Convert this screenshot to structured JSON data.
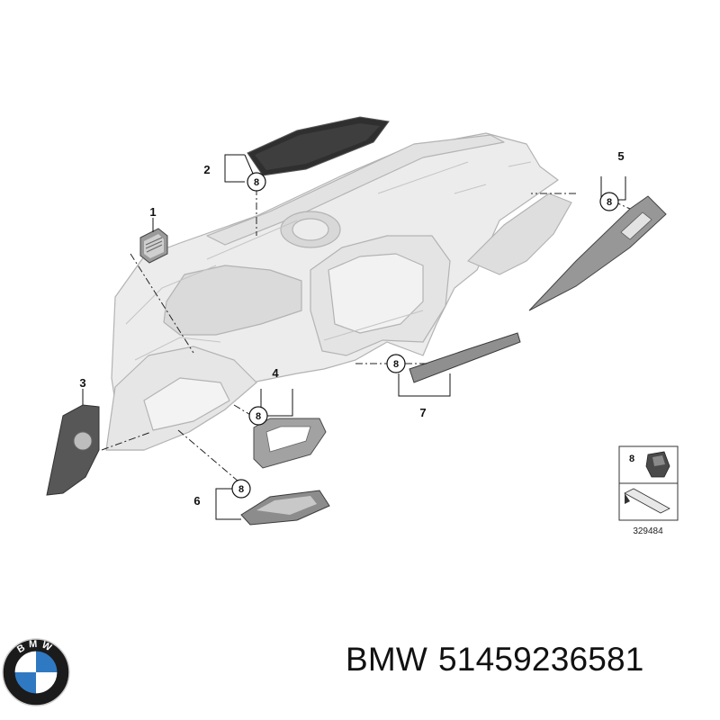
{
  "diagram": {
    "callouts": [
      {
        "id": "1",
        "label": "1"
      },
      {
        "id": "2",
        "label": "2"
      },
      {
        "id": "3",
        "label": "3"
      },
      {
        "id": "4",
        "label": "4"
      },
      {
        "id": "5",
        "label": "5"
      },
      {
        "id": "6",
        "label": "6"
      },
      {
        "id": "7",
        "label": "7"
      }
    ],
    "clip_label": "8",
    "legend": {
      "part_label": "8",
      "reference_number": "329484"
    }
  },
  "caption": {
    "brand": "BMW",
    "part_number": "51459236581"
  },
  "logo": {
    "brand_letters": "BMW",
    "colors": {
      "ring": "#1b1b1b",
      "blue": "#2f79c2",
      "white": "#ffffff"
    }
  }
}
